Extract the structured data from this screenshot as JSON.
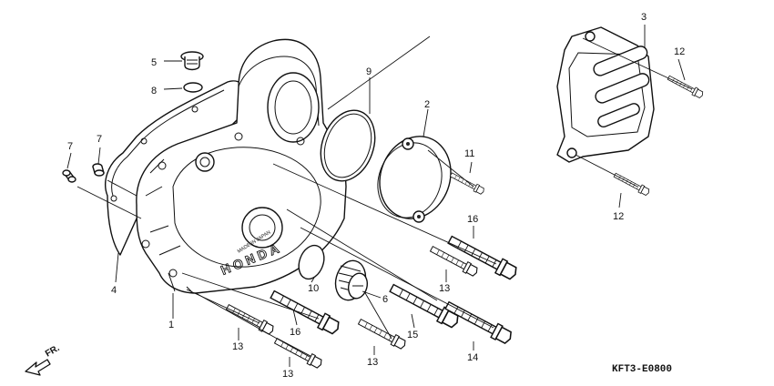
{
  "callouts": [
    {
      "id": "c1",
      "text": "1"
    },
    {
      "id": "c2",
      "text": "2"
    },
    {
      "id": "c3",
      "text": "3"
    },
    {
      "id": "c4",
      "text": "4"
    },
    {
      "id": "c5",
      "text": "5"
    },
    {
      "id": "c6",
      "text": "6"
    },
    {
      "id": "c7a",
      "text": "7"
    },
    {
      "id": "c7b",
      "text": "7"
    },
    {
      "id": "c8",
      "text": "8"
    },
    {
      "id": "c9",
      "text": "9"
    },
    {
      "id": "c10",
      "text": "10"
    },
    {
      "id": "c11",
      "text": "11"
    },
    {
      "id": "c12a",
      "text": "12"
    },
    {
      "id": "c12b",
      "text": "12"
    },
    {
      "id": "c13a",
      "text": "13"
    },
    {
      "id": "c13b",
      "text": "13"
    },
    {
      "id": "c13c",
      "text": "13"
    },
    {
      "id": "c13d",
      "text": "13"
    },
    {
      "id": "c14",
      "text": "14"
    },
    {
      "id": "c15",
      "text": "15"
    },
    {
      "id": "c16a",
      "text": "16"
    },
    {
      "id": "c16b",
      "text": "16"
    }
  ],
  "front_indicator": "FR.",
  "diagram_code": "KFT3-E0800",
  "cover_brand": "HONDA",
  "cover_stamp": "MADE IN JAPAN"
}
